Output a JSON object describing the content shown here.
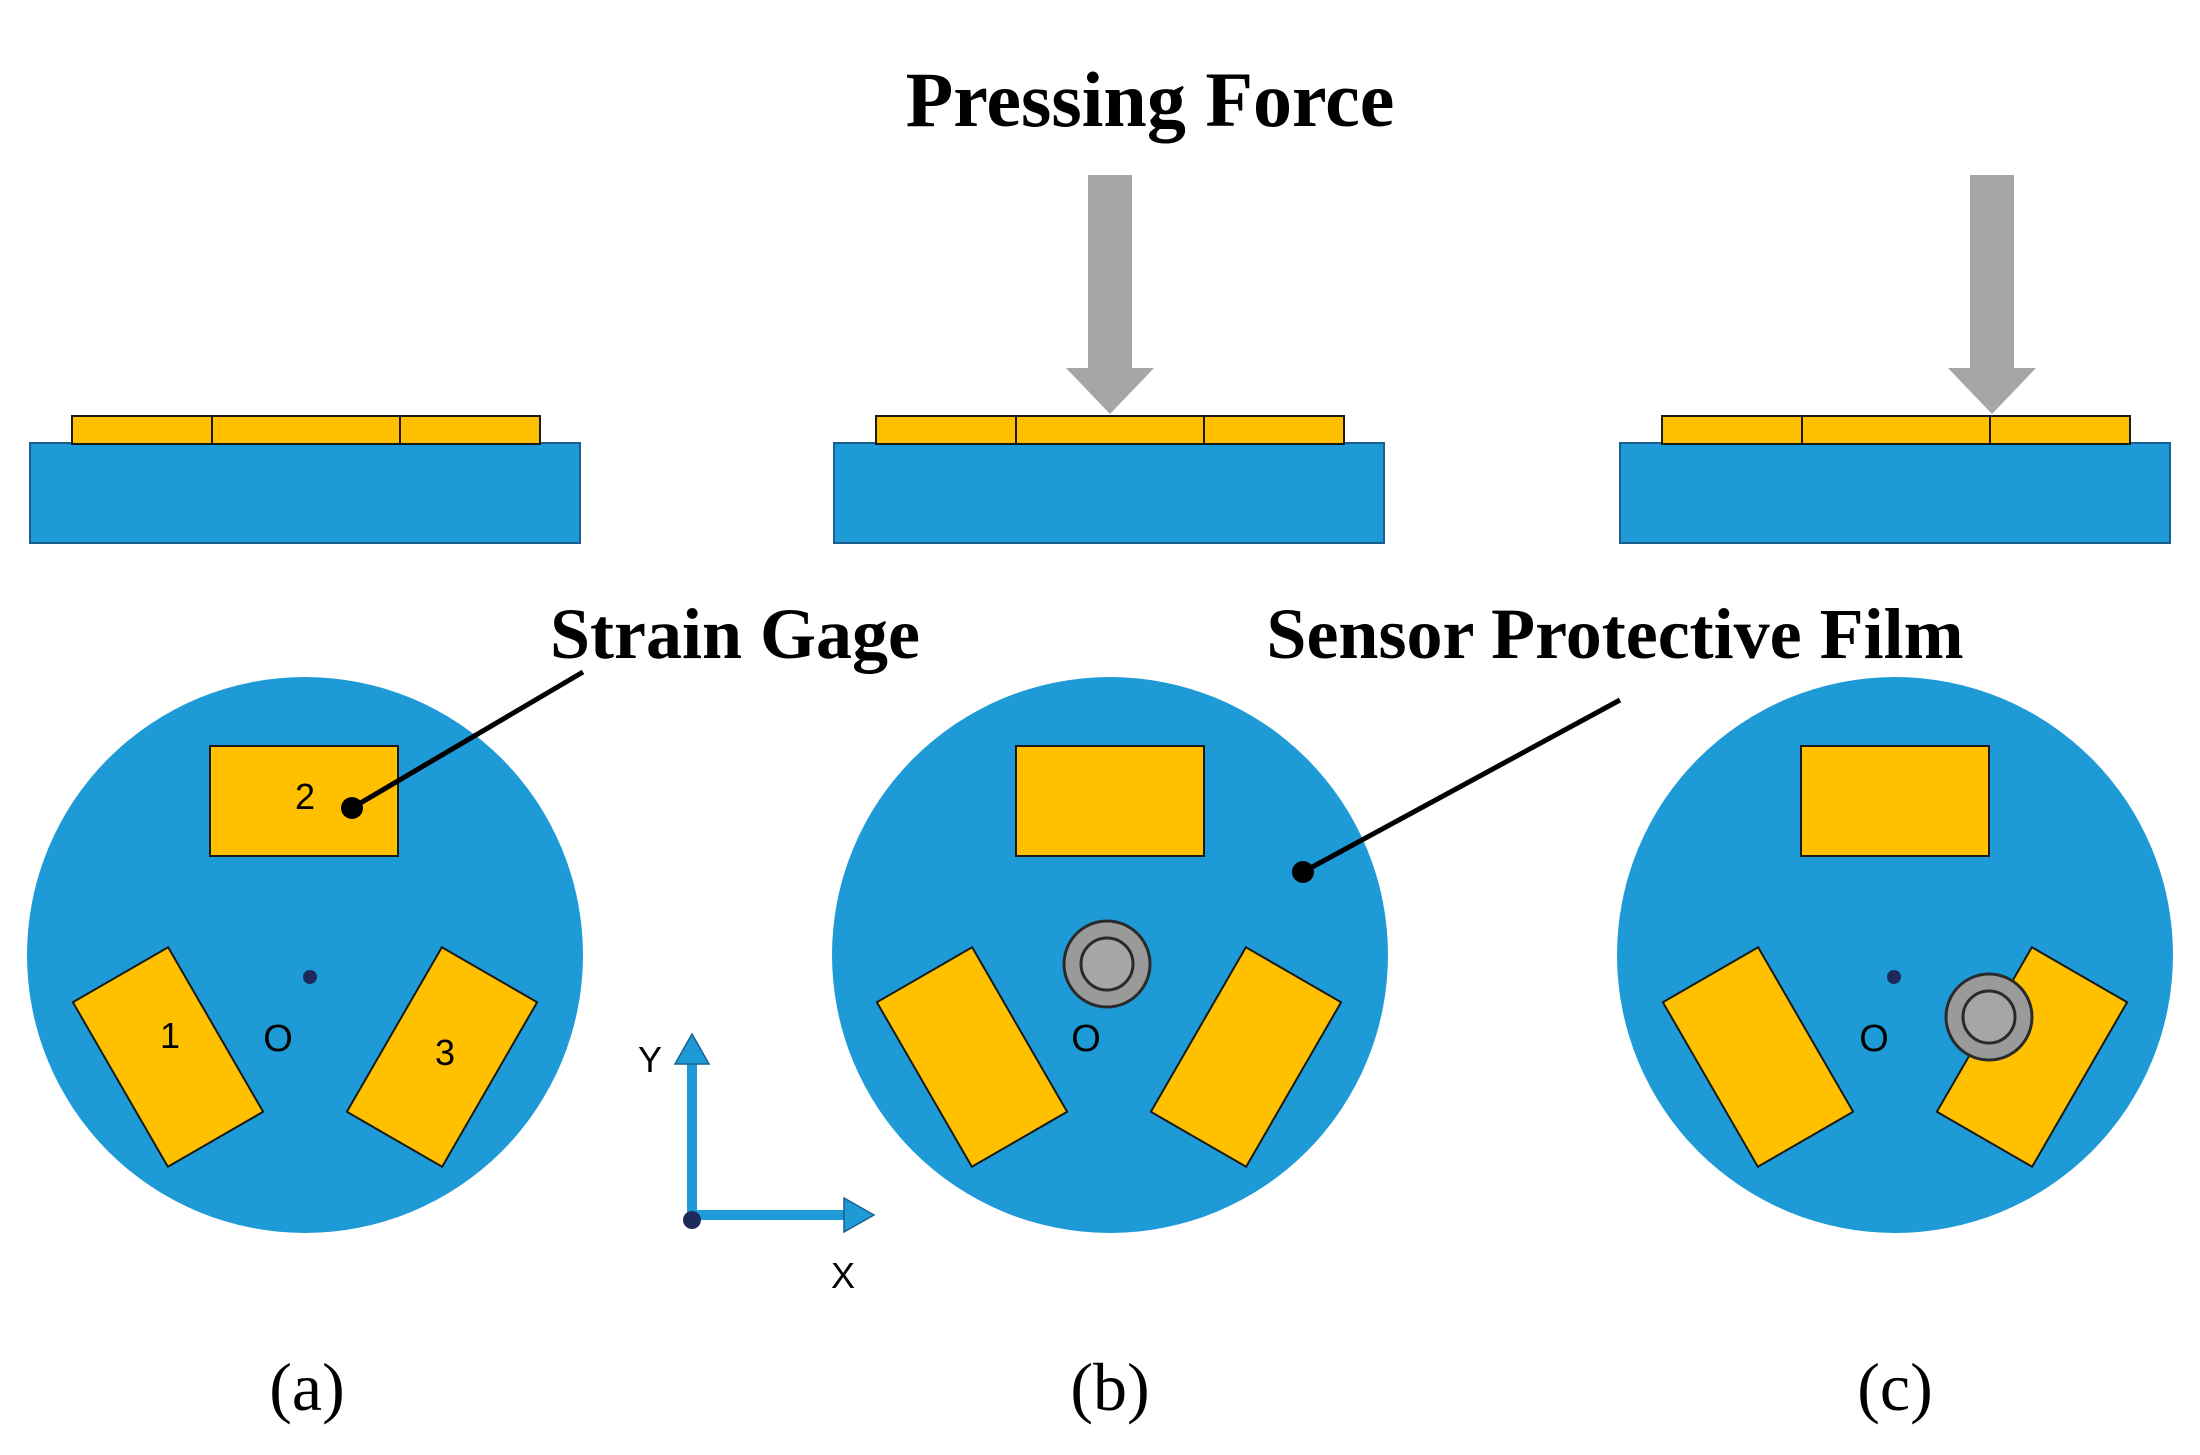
{
  "labels": {
    "pressing_force": "Pressing Force",
    "strain_gage": "Strain Gage",
    "sensor_protective_film": "Sensor Protective Film"
  },
  "panels": [
    {
      "id": "a",
      "label": "(a)",
      "gage_numbers": [
        "1",
        "2",
        "3"
      ],
      "origin_label": "O"
    },
    {
      "id": "b",
      "label": "(b)",
      "origin_label": "O"
    },
    {
      "id": "c",
      "label": "(c)",
      "origin_label": "O"
    }
  ],
  "axes": {
    "x": "X",
    "y": "Y"
  },
  "colors": {
    "base": "#1e9bd7",
    "base_edge": "#1a5f8f",
    "gage": "#ffc000",
    "gage_edge": "#1a1a1a",
    "arrow": "#a6a6a6",
    "press_point": "#9a9a9a",
    "origin_dot": "#1f2a5c",
    "axis": "#1e9bd7"
  }
}
